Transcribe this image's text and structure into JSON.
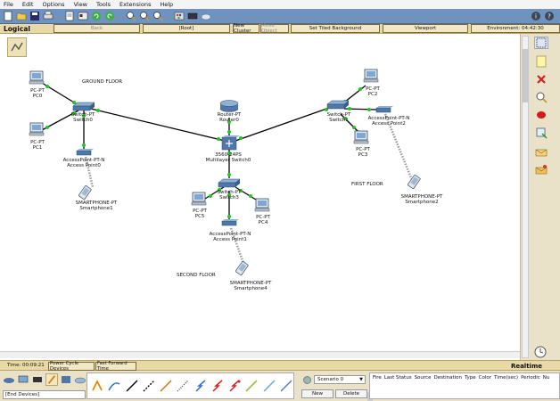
{
  "menu": [
    "File",
    "Edit",
    "Options",
    "View",
    "Tools",
    "Extensions",
    "Help"
  ],
  "toolbar_icons": [
    "new-icon",
    "open-icon",
    "save-icon",
    "print-icon",
    "activity-wizard-icon",
    "network-info-icon",
    "undo-icon",
    "redo-icon",
    "zoom-in-icon",
    "zoom-reset-icon",
    "zoom-out-icon",
    "palette-icon",
    "custom-device-icon",
    "cloud-icon",
    "info-icon",
    "help-icon"
  ],
  "logical_bar": {
    "label": "Logical",
    "back": "Back",
    "root": "[Root]",
    "new_cluster": "New Cluster",
    "move_object": "Move Object",
    "set_tiled_background": "Set Tiled Background",
    "viewport": "Viewport",
    "environment": "Environment: 04:42:30"
  },
  "floors": {
    "ground": "GROUND FLOOR",
    "first": "FIRST FLOOR",
    "second": "SECOND FLOOR"
  },
  "devices": {
    "pc0": {
      "type": "PC-PT",
      "name": "PC0"
    },
    "pc1": {
      "type": "PC-PT",
      "name": "PC1"
    },
    "switch0": {
      "type": "Switch-PT",
      "name": "Switch0"
    },
    "ap0": {
      "type": "AccessPoint-PT-N",
      "name": "Access Point0"
    },
    "sp1": {
      "type": "SMARTPHONE-PT",
      "name": "Smartphone1"
    },
    "router0": {
      "type": "Router-PT",
      "name": "Router0"
    },
    "multilayer": {
      "type": "3560-24PS",
      "name": "Multilayer Switch0"
    },
    "switch3": {
      "type": "Switch-PT",
      "name": "Switch3"
    },
    "pc5": {
      "type": "PC-PT",
      "name": "PC5"
    },
    "pc4": {
      "type": "PC-PT",
      "name": "PC4"
    },
    "ap1": {
      "type": "AccessPoint-PT-N",
      "name": "Access Point1"
    },
    "sp4": {
      "type": "SMARTPHONE-PT",
      "name": "Smartphone4"
    },
    "switch1": {
      "type": "Switch-PT",
      "name": "Switch1"
    },
    "pc2": {
      "type": "PC-PT",
      "name": "PC2"
    },
    "pc3": {
      "type": "PC-PT",
      "name": "PC3"
    },
    "ap2": {
      "type": "AccessPoint-PT-N",
      "name": "Access Point2"
    },
    "sp2": {
      "type": "SMARTPHONE-PT",
      "name": "Smartphone2"
    }
  },
  "side_tools": [
    "select-icon",
    "note-icon",
    "delete-icon",
    "inspect-icon",
    "draw-shape-icon",
    "resize-icon",
    "add-simple-pdu-icon",
    "add-complex-pdu-icon"
  ],
  "status_bar": {
    "time": "Time: 00:09:21",
    "power_cycle": "Power Cycle Devices",
    "fast_forward": "Fast Forward Time",
    "mode": "Realtime"
  },
  "bottom": {
    "category": "[End Devices]",
    "scenario": "Scenario 0",
    "new": "New",
    "delete": "Delete",
    "pdu_columns": [
      "Fire",
      "Last Status",
      "Source",
      "Destination",
      "Type",
      "Color",
      "Time(sec)",
      "Periodic",
      "Nu"
    ]
  },
  "colors": {
    "toolbar": "#6f92bf",
    "bar": "#e9d9a6",
    "link": "#000000",
    "link_up": "#22c322",
    "wireless": "#9a9a9a"
  }
}
